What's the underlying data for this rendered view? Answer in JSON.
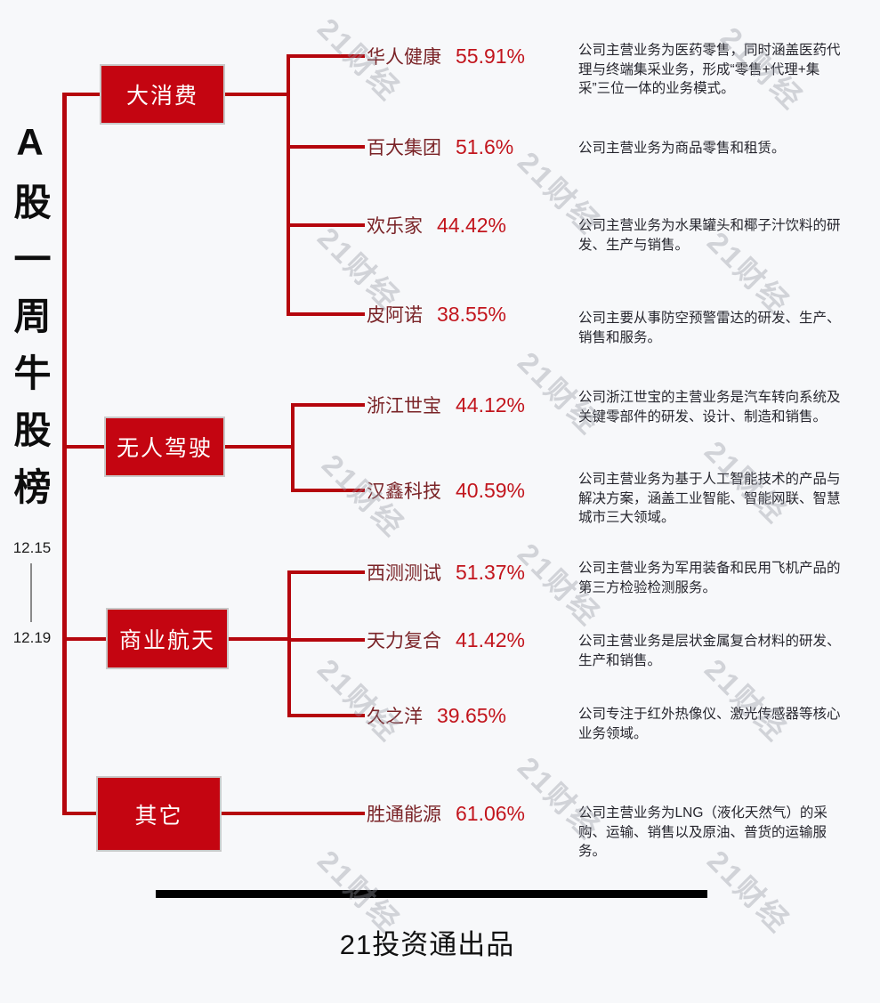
{
  "title": {
    "text": "A股一周牛股榜"
  },
  "date_range": {
    "start": "12.15",
    "end": "12.19"
  },
  "watermark": {
    "text": "21财经"
  },
  "footer": {
    "brand": "21投资通出品"
  },
  "colors": {
    "background": "#f7f8fa",
    "category_box": "#c40511",
    "connector_line": "#b5060d",
    "stock_name": "#7a2327",
    "percent": "#c2151d",
    "description": "#26262e"
  },
  "categories": [
    {
      "label": "大消费",
      "stocks": [
        {
          "name": "华人健康",
          "change": "55.91%",
          "description": "公司主营业务为医药零售，同时涵盖医药代理与终端集采业务，形成“零售+代理+集采”三位一体的业务模式。"
        },
        {
          "name": "百大集团",
          "change": "51.6%",
          "description": "公司主营业务为商品零售和租赁。"
        },
        {
          "name": "欢乐家",
          "change": "44.42%",
          "description": "公司主营业务为水果罐头和椰子汁饮料的研发、生产与销售。"
        },
        {
          "name": "皮阿诺",
          "change": "38.55%",
          "description": "公司主要从事防空预警雷达的研发、生产、销售和服务。"
        }
      ]
    },
    {
      "label": "无人驾驶",
      "stocks": [
        {
          "name": "浙江世宝",
          "change": "44.12%",
          "description": "公司浙江世宝的主营业务是汽车转向系统及关键零部件的研发、设计、制造和销售。"
        },
        {
          "name": "汉鑫科技",
          "change": "40.59%",
          "description": "公司主营业务为基于人工智能技术的产品与解决方案，涵盖工业智能、智能网联、智慧城市三大领域。"
        }
      ]
    },
    {
      "label": "商业航天",
      "stocks": [
        {
          "name": "西测测试",
          "change": "51.37%",
          "description": "公司主营业务为军用装备和民用飞机产品的第三方检验检测服务。"
        },
        {
          "name": "天力复合",
          "change": "41.42%",
          "description": "公司主营业务是层状金属复合材料的研发、生产和销售。"
        },
        {
          "name": "久之洋",
          "change": "39.65%",
          "description": "公司专注于红外热像仪、激光传感器等核心业务领域。"
        }
      ]
    },
    {
      "label": "其它",
      "stocks": [
        {
          "name": "胜通能源",
          "change": "61.06%",
          "description": "公司主营业务为LNG（液化天然气）的采购、运输、销售以及原油、普货的运输服务。"
        }
      ]
    }
  ]
}
